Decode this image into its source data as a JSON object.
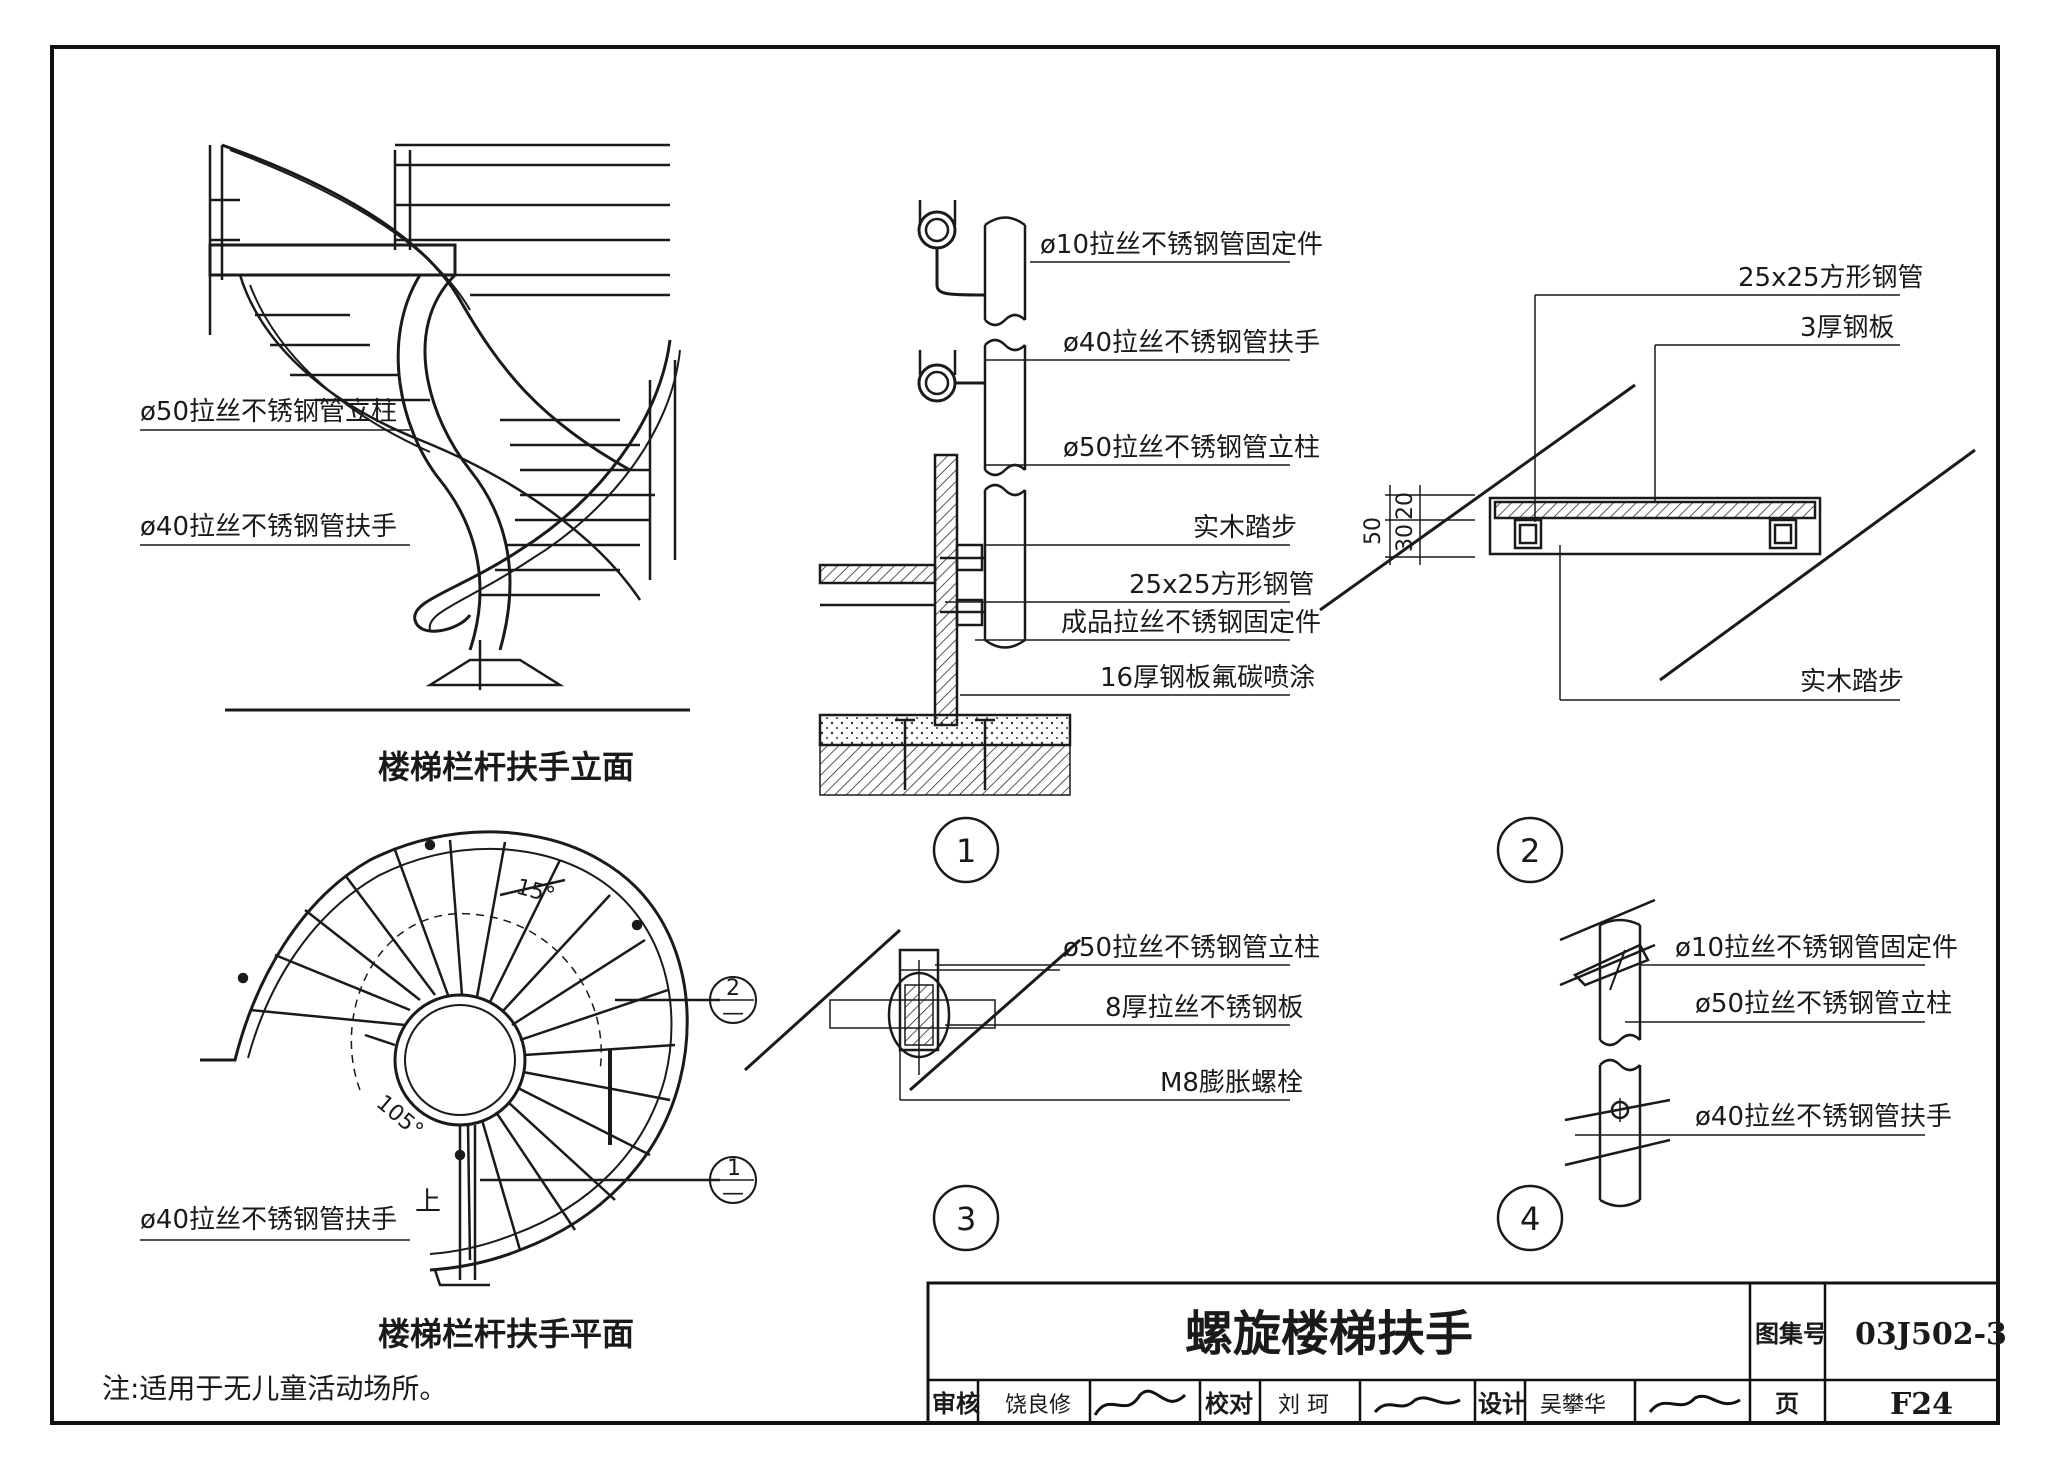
{
  "elevation": {
    "title": "楼梯栏杆扶手立面",
    "label_post": "ø50拉丝不锈钢管立柱",
    "label_handrail": "ø40拉丝不锈钢管扶手"
  },
  "plan": {
    "title": "楼梯栏杆扶手平面",
    "label_handrail": "ø40拉丝不锈钢管扶手",
    "angle_a": "15°",
    "angle_b": "105°",
    "up_label": "上",
    "marker_2": "2",
    "marker_1": "1",
    "marker_sub": "—"
  },
  "detail1": {
    "number": "1",
    "labels": [
      "ø10拉丝不锈钢管固定件",
      "ø40拉丝不锈钢管扶手",
      "ø50拉丝不锈钢管立柱",
      "实木踏步",
      "25x25方形钢管",
      "成品拉丝不锈钢固定件",
      "16厚钢板氟碳喷涂"
    ]
  },
  "detail2": {
    "number": "2",
    "labels": [
      "25x25方形钢管",
      "3厚钢板",
      "实木踏步"
    ],
    "dim_total": "50",
    "dim_a": "30",
    "dim_b": "20"
  },
  "detail3": {
    "number": "3",
    "labels": [
      "ø50拉丝不锈钢管立柱",
      "8厚拉丝不锈钢板",
      "M8膨胀螺栓"
    ]
  },
  "detail4": {
    "number": "4",
    "labels": [
      "ø10拉丝不锈钢管固定件",
      "ø50拉丝不锈钢管立柱",
      "ø40拉丝不锈钢管扶手"
    ]
  },
  "note": "注:适用于无儿童活动场所。",
  "title_block": {
    "drawing_title": "螺旋楼梯扶手",
    "atlas_label": "图集号",
    "atlas_code": "03J502-3",
    "review_label": "审核",
    "reviewer": "饶良修",
    "check_label": "校对",
    "checker": "刘 珂",
    "design_label": "设计",
    "designer": "吴攀华",
    "page_label": "页",
    "page_no": "F24"
  }
}
